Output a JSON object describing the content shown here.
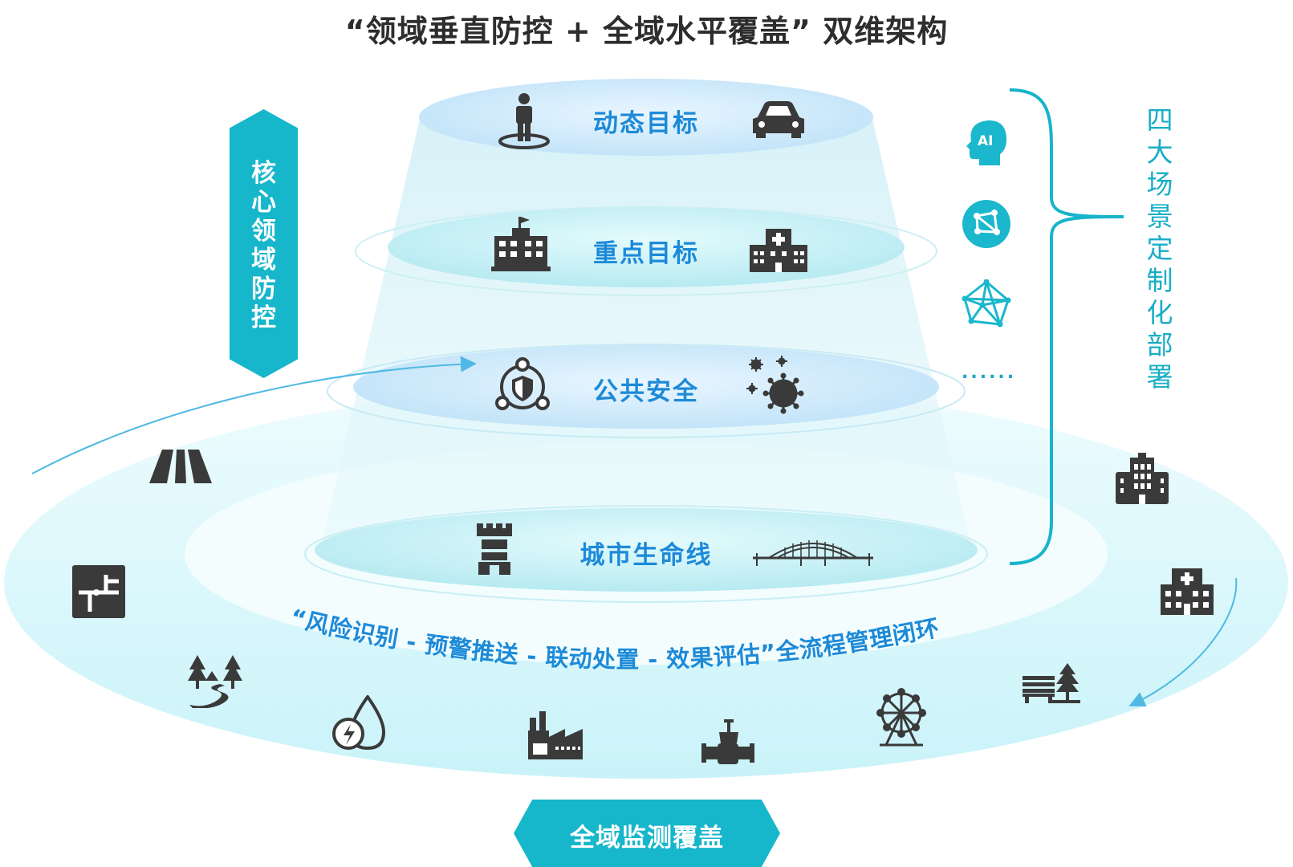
{
  "title": "“领域垂直防控 + 全域水平覆盖” 双维架构",
  "left_label": "核心领域防控",
  "right_label": "四大场景定制化部署",
  "bottom_banner": "全域监测覆盖",
  "loop_text": "“风险识别 - 预警推送 - 联动处置 - 效果评估”全流程管理闭环",
  "ellipsis": "......",
  "layers": [
    {
      "label": "动态目标",
      "left_icon": "person-icon",
      "right_icon": "car-icon"
    },
    {
      "label": "重点目标",
      "left_icon": "government-building-icon",
      "right_icon": "hospital-building-icon"
    },
    {
      "label": "公共安全",
      "left_icon": "shield-network-icon",
      "right_icon": "virus-icon"
    },
    {
      "label": "城市生命线",
      "left_icon": "tower-icon",
      "right_icon": "bridge-icon"
    }
  ],
  "side_icons": [
    "ai-head-icon",
    "network-circle-icon",
    "mesh-network-icon"
  ],
  "ring_icons": [
    "road-icon",
    "pipe-network-icon",
    "forest-river-icon",
    "water-drop-icon",
    "factory-icon",
    "valve-icon",
    "ferris-wheel-icon",
    "park-bench-icon",
    "hospital-icon",
    "highrise-icon"
  ],
  "colors": {
    "accent": "#16b6cb",
    "layer_text": "#1d8ad8",
    "title_text": "#2d2d2d",
    "icon_dark": "#3a3a3a",
    "ring_light": "#d8f7fb",
    "ring_inner": "#f2fdfe"
  }
}
